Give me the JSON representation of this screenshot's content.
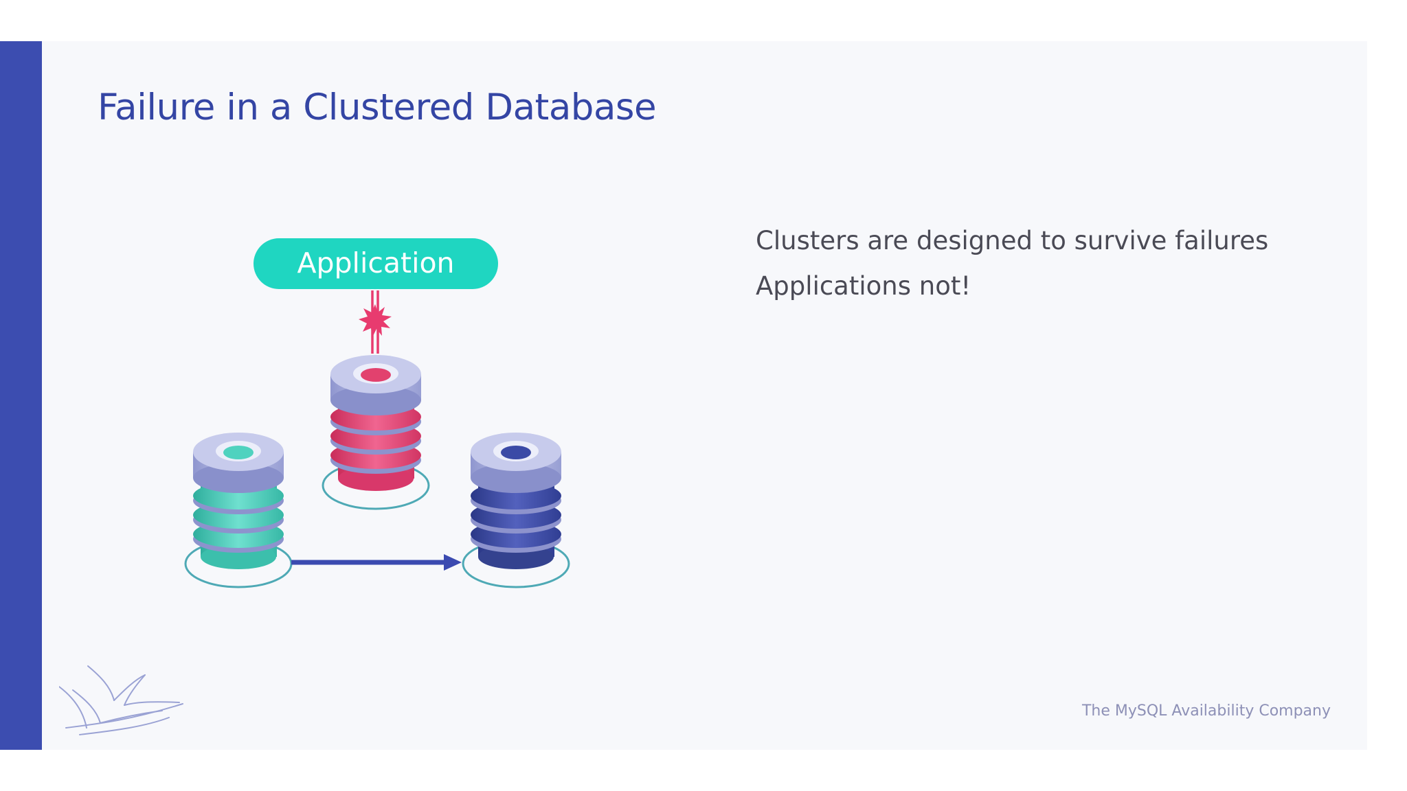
{
  "slide": {
    "title": "Failure in a Clustered Database",
    "bullets": [
      "Clusters are designed to survive failures",
      "Applications not!"
    ],
    "footer": "The MySQL Availability Company"
  },
  "diagram": {
    "application_label": "Application",
    "nodes": [
      {
        "role": "failed-node",
        "color": "#e2416e"
      },
      {
        "role": "replica-node",
        "color": "#3fcab7"
      },
      {
        "role": "replica-node",
        "color": "#3b4aa6"
      }
    ],
    "failure_icon": "burst-icon",
    "connection_icon": "arrow-right-icon"
  },
  "colors": {
    "accent": "#3c4db0",
    "title": "#3445a4",
    "application_box": "#1fd6c1",
    "failure": "#e83b6f"
  }
}
